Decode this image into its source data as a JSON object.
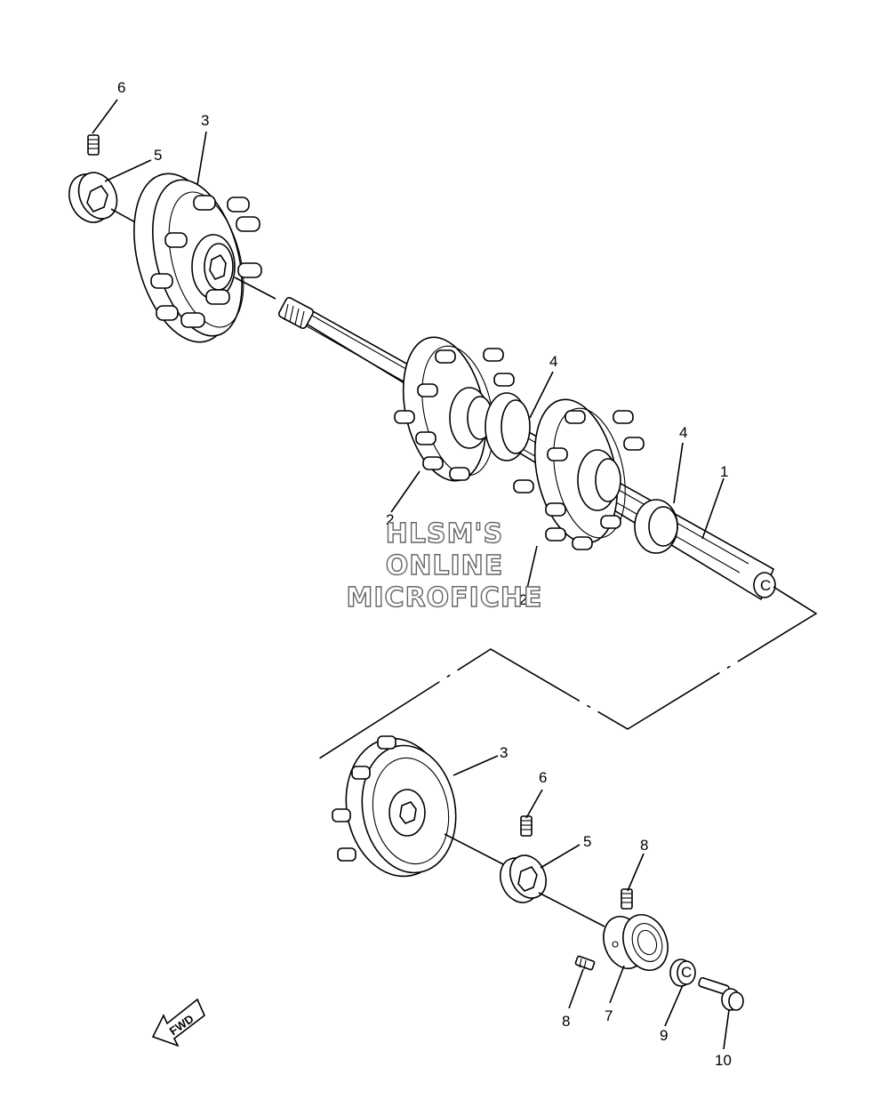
{
  "watermark": {
    "line1": "HLSM'S",
    "line2": "ONLINE",
    "line3": "MICROFICHE"
  },
  "fwd_label": "FWD",
  "callouts": {
    "c1": "1",
    "c2a": "2",
    "c2b": "2",
    "c3a": "3",
    "c3b": "3",
    "c4a": "4",
    "c4b": "4",
    "c5a": "5",
    "c5b": "5",
    "c6a": "6",
    "c6b": "6",
    "c7": "7",
    "c8a": "8",
    "c8b": "8",
    "c9": "9",
    "c10": "10"
  },
  "shaft_end_mark": "C",
  "nut_mark": "C"
}
